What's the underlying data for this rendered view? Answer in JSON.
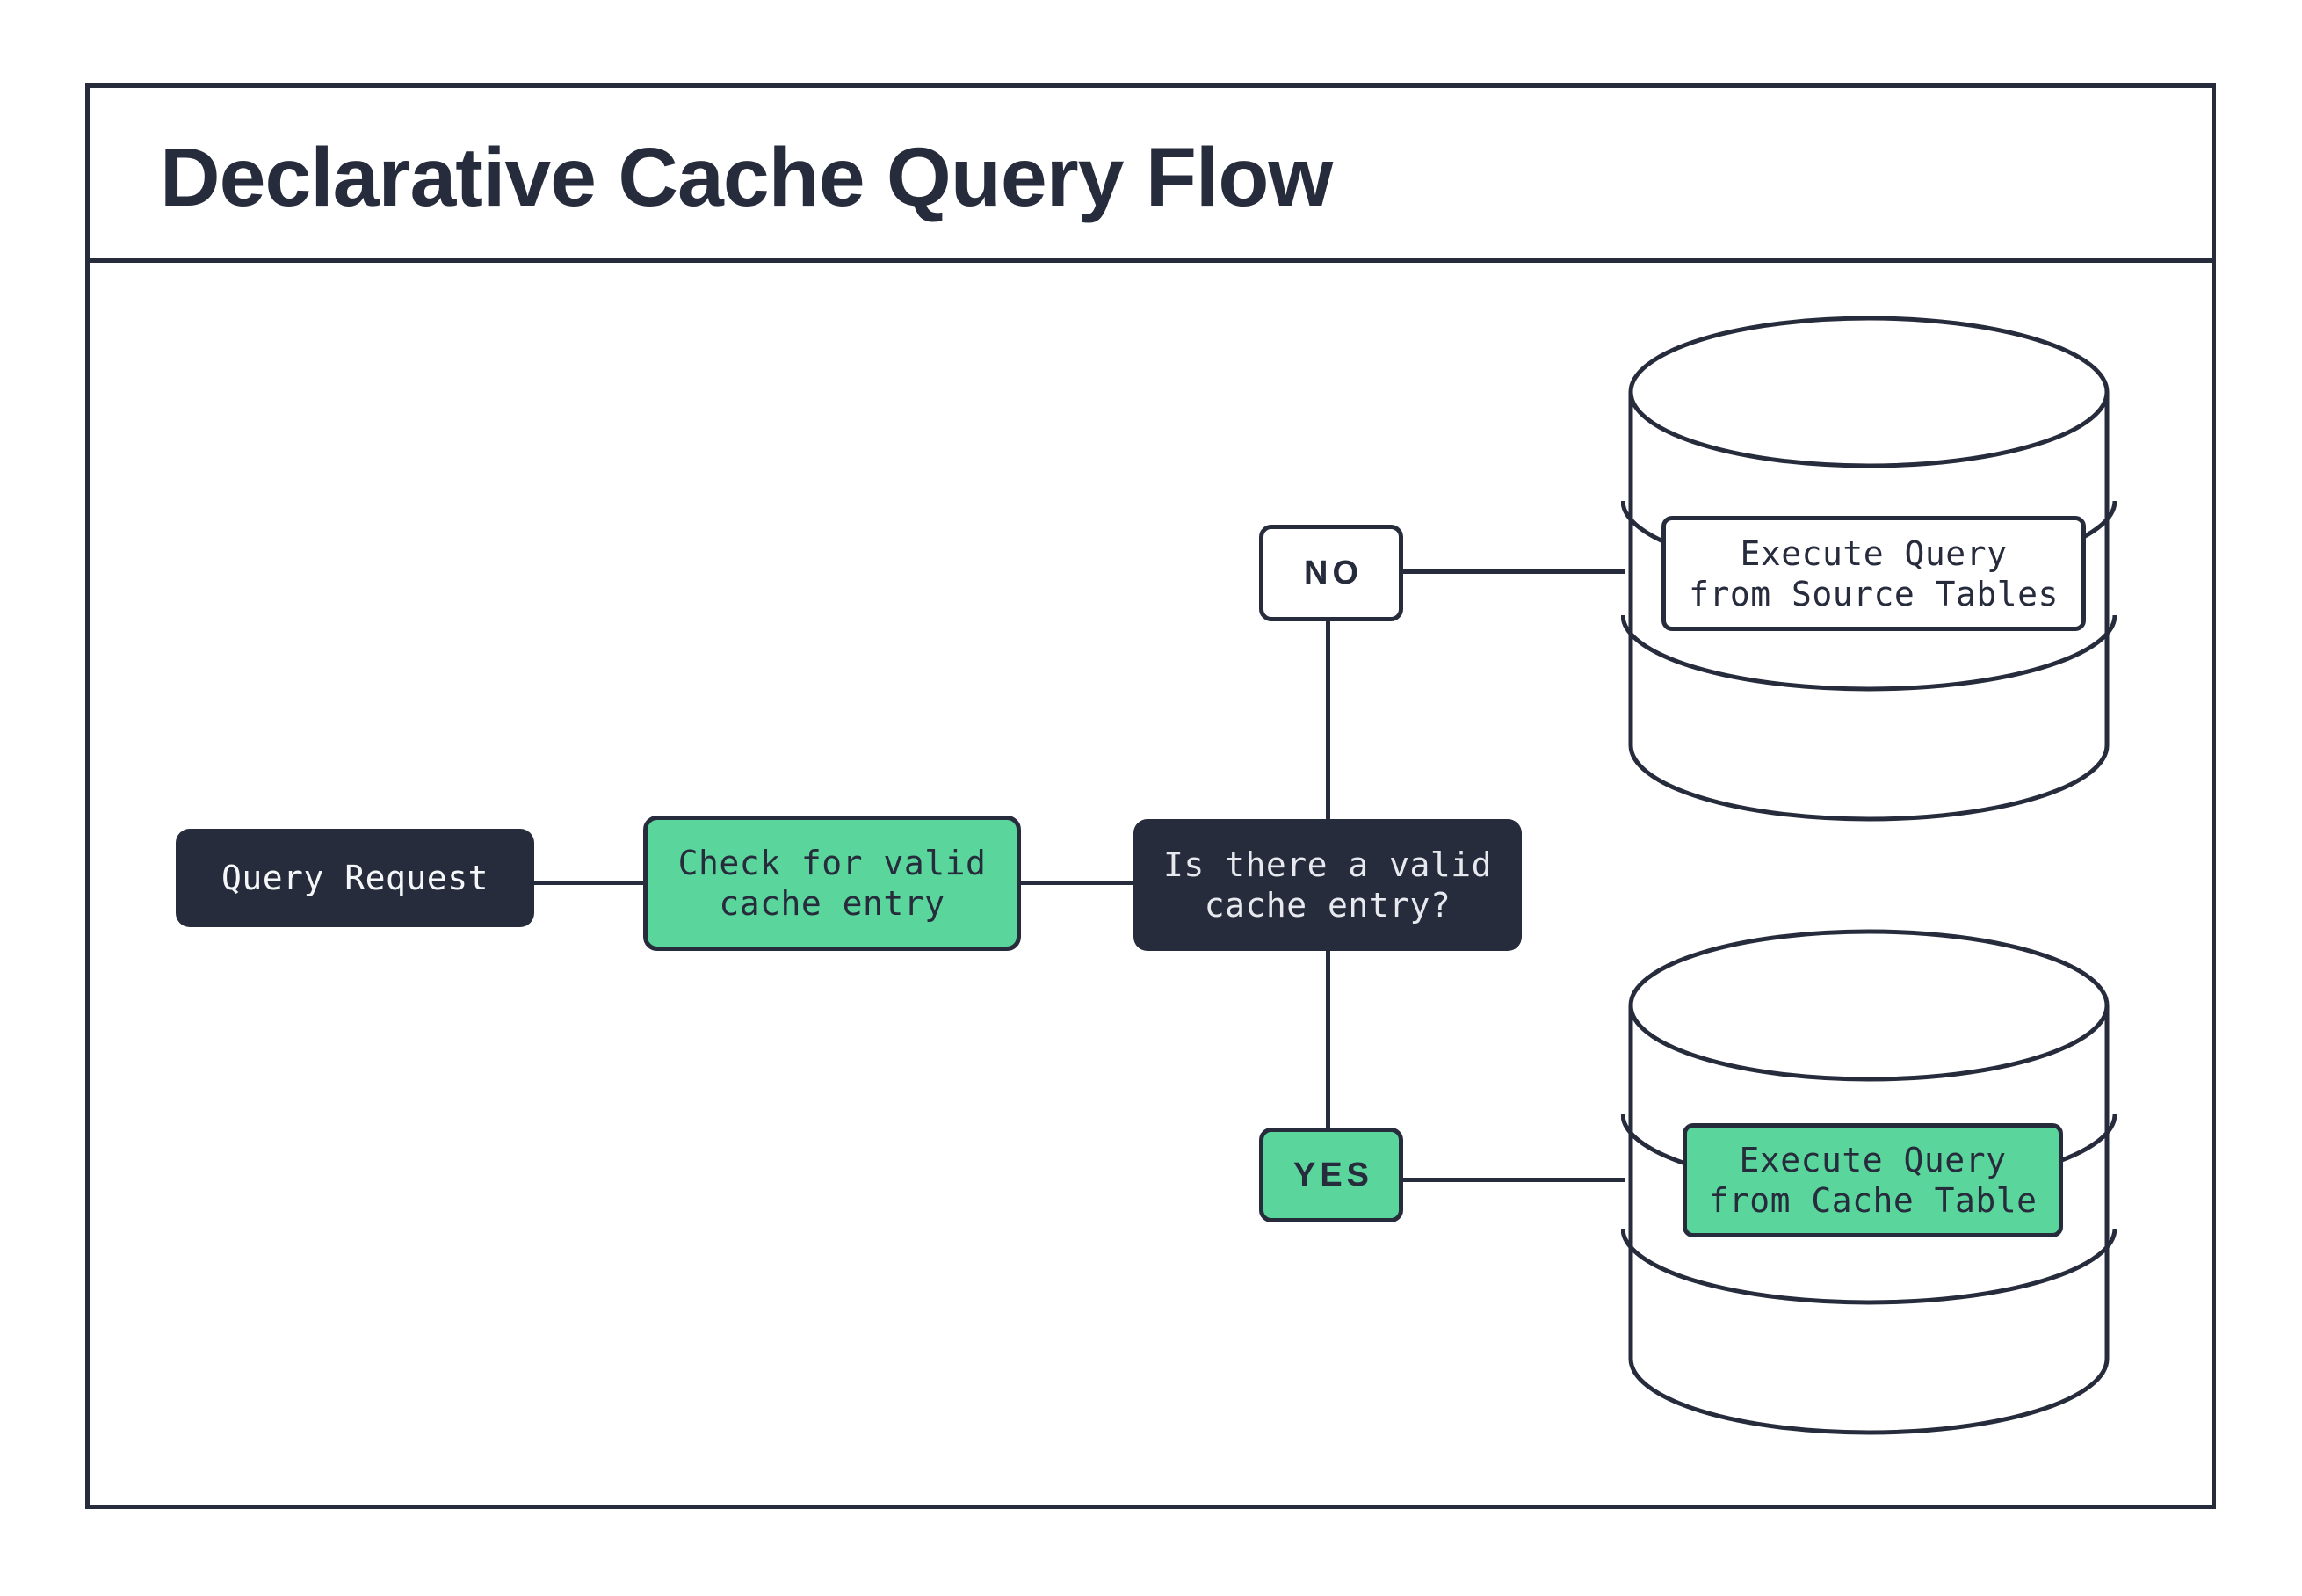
{
  "title": "Declarative Cache Query Flow",
  "theme": {
    "dark": "#272c3d",
    "green": "#5ad69c",
    "paper": "#ffffff",
    "light_text": "#e7e9ee"
  },
  "nodes": {
    "query_request": {
      "label": "Query Request"
    },
    "check_cache": {
      "line1": "Check for valid",
      "line2": "cache entry"
    },
    "decision": {
      "line1": "Is there a valid",
      "line2": "cache entry?"
    },
    "no_branch": {
      "label": "NO"
    },
    "yes_branch": {
      "label": "YES"
    },
    "source_db": {
      "line1": "Execute Query",
      "line2": "from Source Tables"
    },
    "cache_db": {
      "line1": "Execute Query",
      "line2": "from Cache Table"
    }
  },
  "icons": {
    "source_database": "database-cylinder",
    "cache_database": "database-cylinder"
  }
}
